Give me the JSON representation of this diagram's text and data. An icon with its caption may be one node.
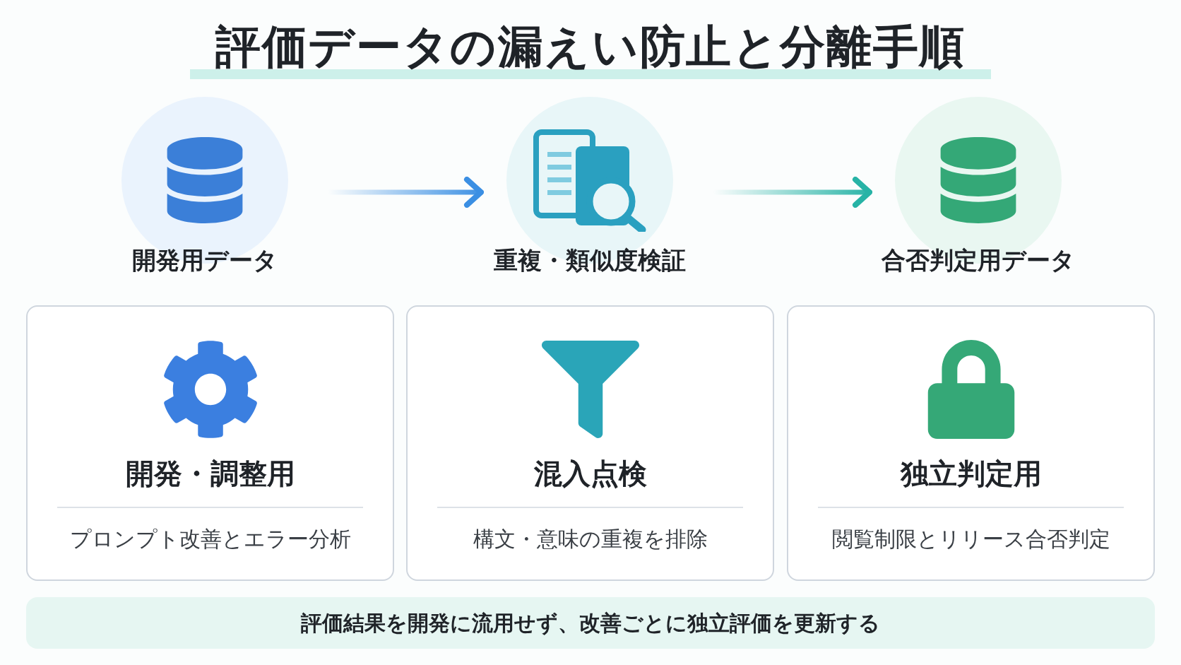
{
  "diagram": {
    "title": "評価データの漏えい防止と分離手順",
    "nodes": [
      {
        "text": [
          "開発用データ"
        ]
      },
      {
        "text": [
          "重複・類似度検証"
        ]
      },
      {
        "text": [
          "合否判定用データ"
        ]
      },
      {
        "text": [
          "開発・調整用",
          "プロンプト改善とエラー分析"
        ]
      },
      {
        "text": [
          "混入点検",
          "構文・意味の重複を排除"
        ]
      },
      {
        "text": [
          "独立判定用",
          "閲覧制限とリリース合否判定"
        ]
      },
      {
        "text": [
          "評価結果を開発に流用せず、改善ごとに独立評価を更新する"
        ]
      }
    ],
    "edges": [
      {
        "from": 0,
        "to": 1,
        "arrow": "to",
        "color": "#3b8fe3"
      },
      {
        "from": 1,
        "to": 2,
        "arrow": "to",
        "color": "#27b3a6"
      }
    ]
  }
}
